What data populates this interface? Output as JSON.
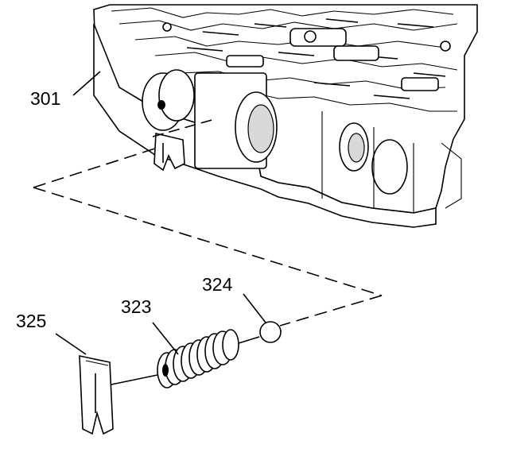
{
  "parts": [
    {
      "id": "valve-body",
      "label": "301"
    },
    {
      "id": "spring",
      "label": "323"
    },
    {
      "id": "check-ball",
      "label": "324"
    },
    {
      "id": "retainer",
      "label": "325"
    }
  ],
  "colors": {
    "ink": "#000000",
    "paper": "#ffffff"
  }
}
